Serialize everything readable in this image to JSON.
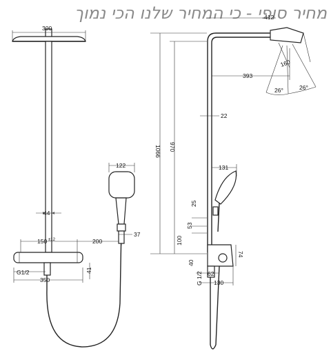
{
  "banner_text": "מחיר סופי - כי המחיר שלנו הכי נמוך",
  "front_view": {
    "head_width": "300",
    "pipe_width": "44",
    "thermostat_width": "150",
    "thermostat_width_tol": "±12",
    "hand_shower_offset": "200",
    "hand_shower_width": "122",
    "holder_depth": "37",
    "inlet_thread": "G1/2",
    "inlet_spacing": "350",
    "inlet_drop": "41"
  },
  "side_view": {
    "head_angle_span": "412",
    "head_diameter": "160",
    "arm_projection": "393",
    "angle_left": "26°",
    "angle_right": "26°",
    "pipe_width": "22",
    "total_height": "1066",
    "column_height": "970",
    "holder_projection": "131",
    "dim_25": "25",
    "dim_53": "53",
    "dim_100": "100",
    "dim_40": "40",
    "dim_74": "74",
    "inlet_thread": "G 1/2",
    "dim_62": "62",
    "dim_130": "130"
  }
}
